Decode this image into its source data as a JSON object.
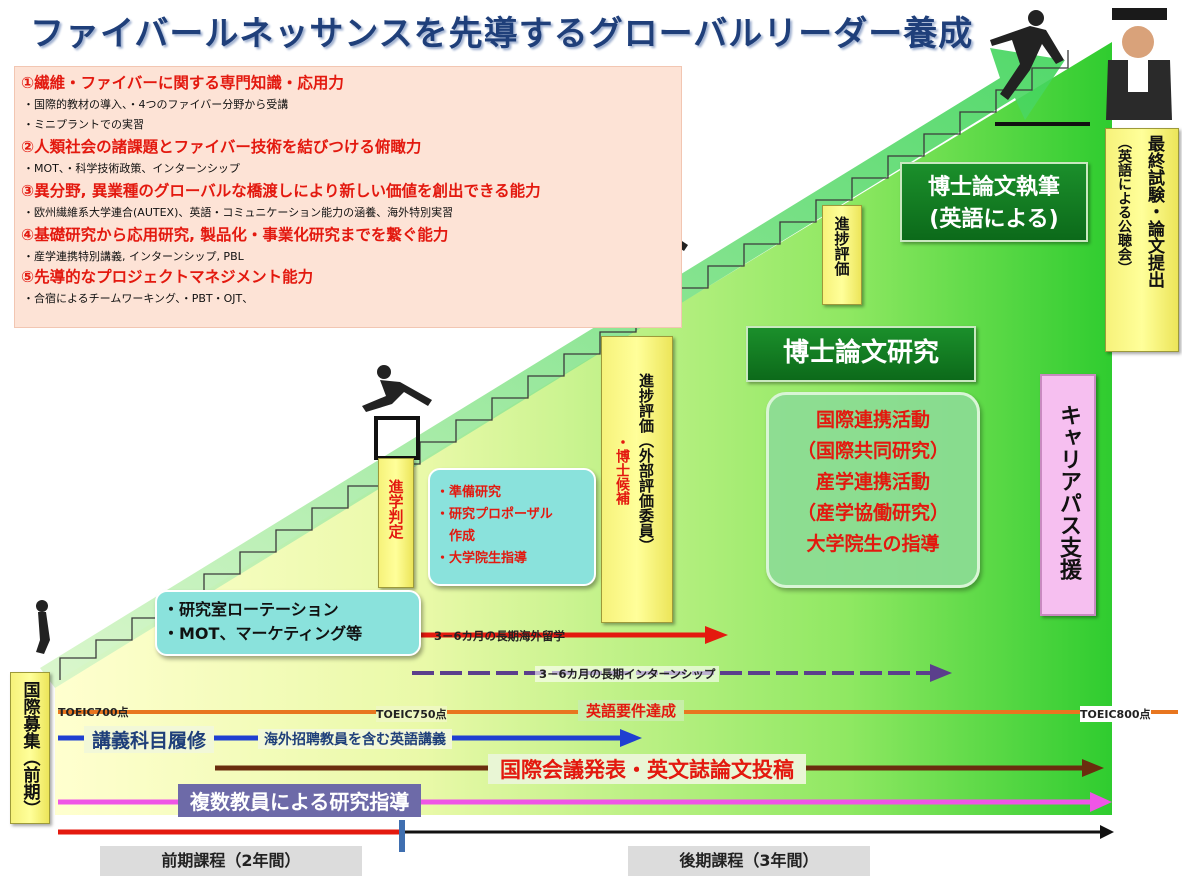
{
  "title": "ファイバールネッサンスを先導するグローバルリーダー養成",
  "skills": [
    {
      "heading": "①繊維・ファイバーに関する専門知識・応用力",
      "details": [
        "・国際的教材の導入、・4つのファイバー分野から受講",
        "・ミニプラントでの実習"
      ]
    },
    {
      "heading": "②人類社会の諸課題とファイバー技術を結びつける俯瞰力",
      "details": [
        "・MOT、・科学技術政策、インターンシップ"
      ]
    },
    {
      "heading": "③異分野, 異業種のグローバルな橋渡しにより新しい価値を創出できる能力",
      "details": [
        "・欧州繊維系大学連合(AUTEX)、英語・コミュニケーション能力の涵養、海外特別実習"
      ]
    },
    {
      "heading": "④基礎研究から応用研究, 製品化・事業化研究までを繋ぐ能力",
      "details": [
        "・産学連携特別講義, インターンシップ, PBL"
      ]
    },
    {
      "heading": "⑤先導的なプロジェクトマネジメント能力",
      "details": [
        "・合宿によるチームワーキング、・PBT・OJT、"
      ]
    }
  ],
  "milestones": {
    "recruit": "国際募集（前期）",
    "advancement": "進学判定",
    "progress_external": "進捗評価（外部評価委員）",
    "candidate": "・博士候補",
    "progress": "進捗評価",
    "final_exam": "最終試験・論文提出",
    "final_exam_note": "（英語による公聴会）",
    "career": "キャリアパス支援"
  },
  "boxes": {
    "thesis_writing": "博士論文執筆\n(英語による)",
    "thesis_research": "博士論文研究",
    "prep": [
      "・準備研究",
      "・研究プロポーザル",
      "　作成",
      "・大学院生指導"
    ],
    "activities": [
      "国際連携活動",
      "（国際共同研究）",
      "産学連携活動",
      "（産学協働研究）",
      "大学院生の指導"
    ],
    "rotation": [
      "・研究室ローテーション",
      "・MOT、マーケティング等"
    ]
  },
  "arrows": {
    "study_abroad": "3－6カ月の長期海外留学",
    "internship": "3－6カ月の長期インターンシップ",
    "toeic700": "TOEIC700点",
    "toeic750": "TOEIC750点",
    "english_req": "英語要件達成",
    "toeic800": "TOEIC800点",
    "courses": "講義科目履修",
    "english_lectures": "海外招聘教員を含む英語講義",
    "conference": "国際会議発表・英文誌論文投稿",
    "supervision": "複数教員による研究指導"
  },
  "periods": {
    "first": "前期課程（2年間）",
    "second": "後期課程（3年間）"
  },
  "colors": {
    "title": "#1f3f7a",
    "skill_heading": "#e3190f",
    "green_dark": "#0c6a1a",
    "arrow_red": "#e41a0f",
    "arrow_purple": "#5b3f8c",
    "arrow_orange": "#e8761f",
    "arrow_blue": "#1f3fd1",
    "arrow_brown": "#6a2d0e",
    "arrow_pink": "#ef55e6"
  }
}
